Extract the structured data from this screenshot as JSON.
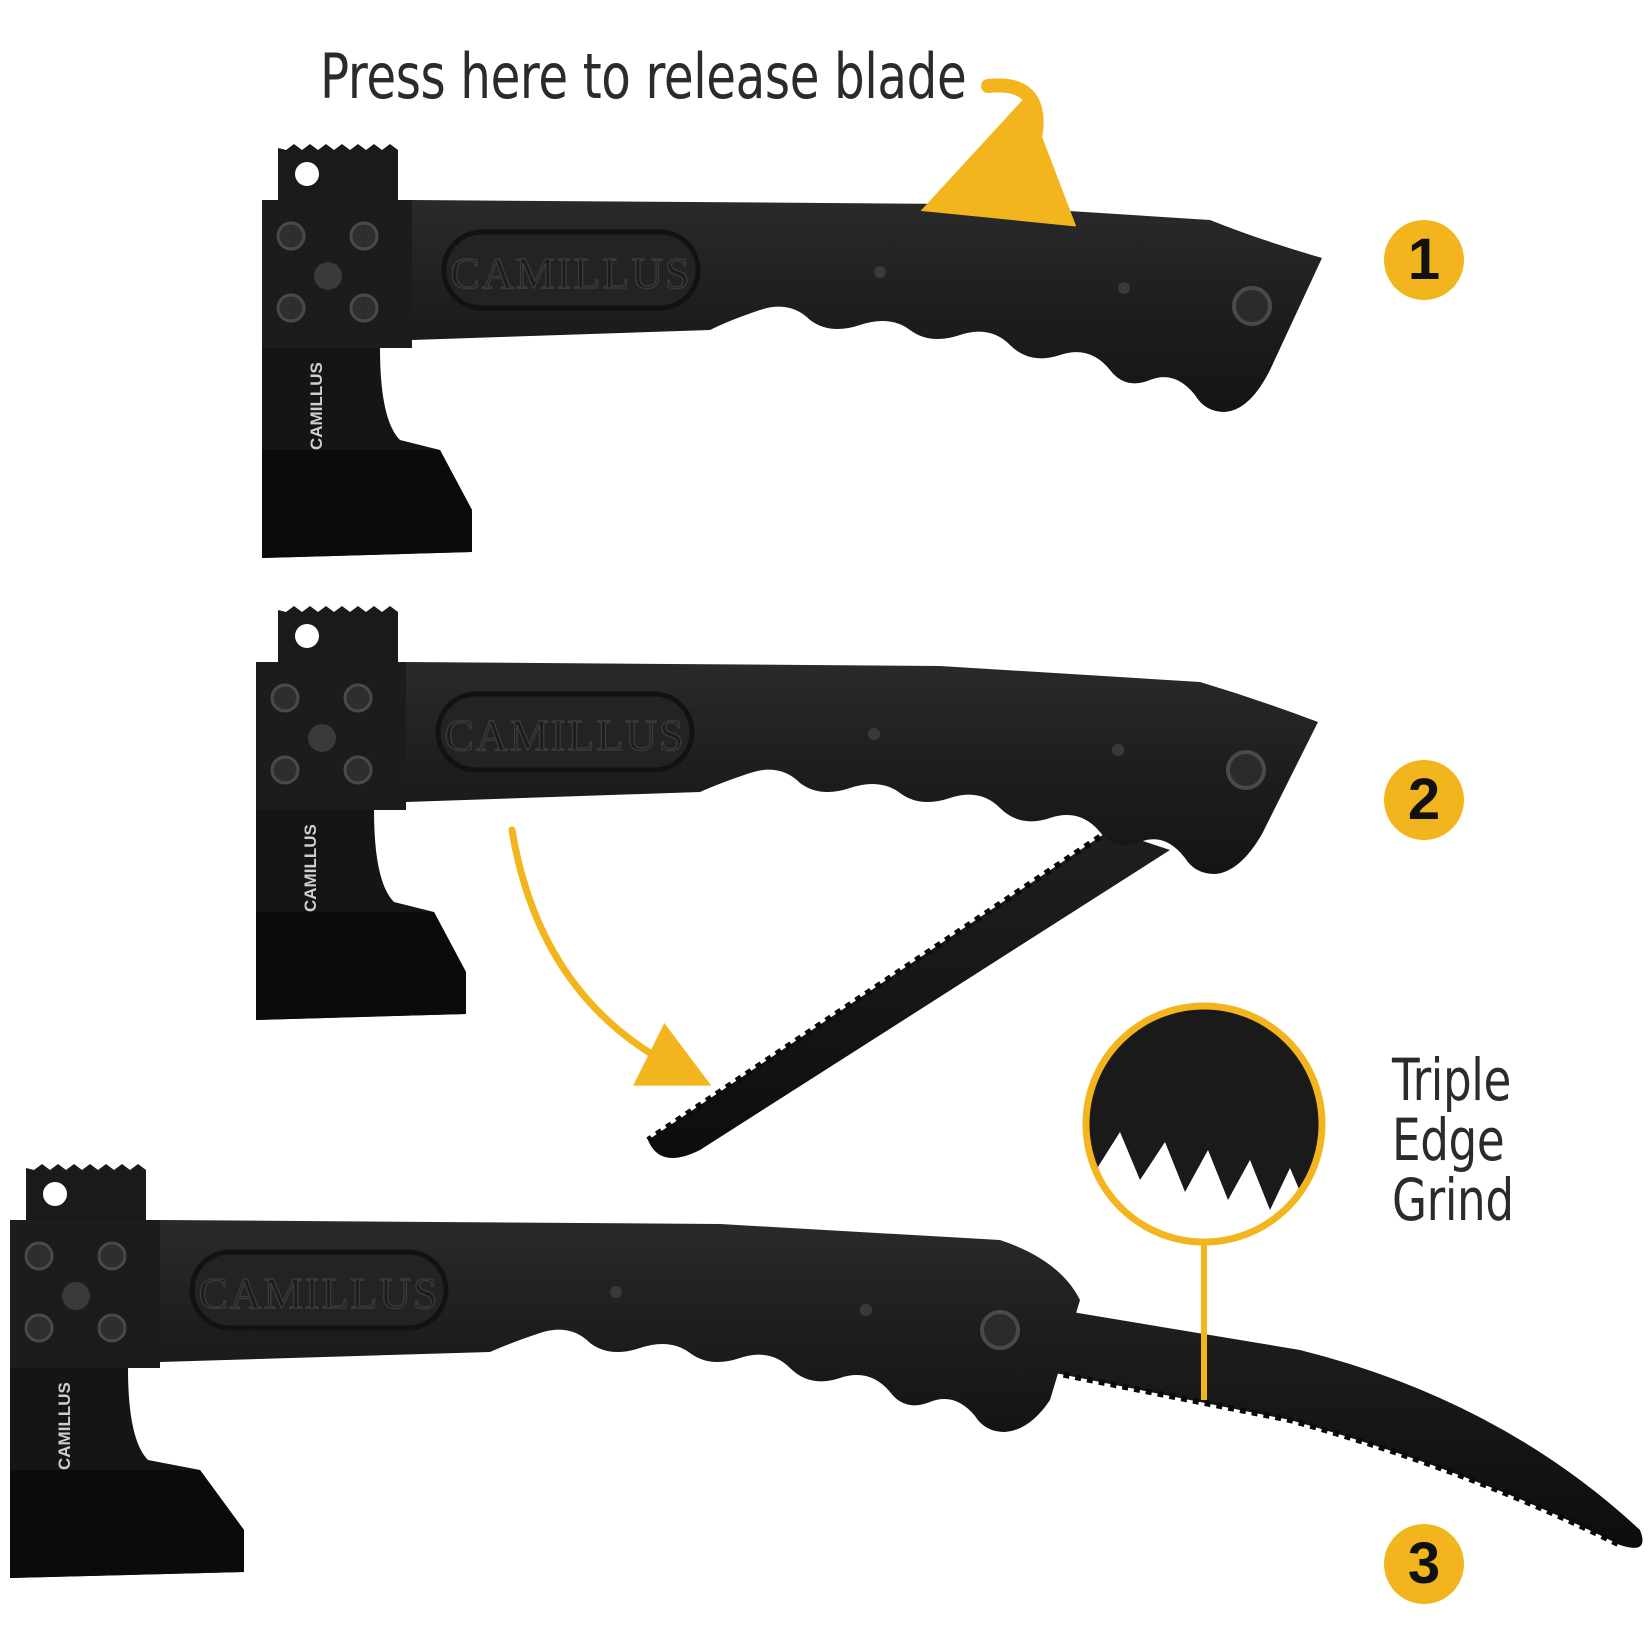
{
  "instructions": {
    "release_label": "Press here to release blade"
  },
  "feature": {
    "lines": [
      "Triple",
      "Edge",
      "Grind"
    ]
  },
  "steps": [
    "1",
    "2",
    "3"
  ],
  "brand": {
    "handle_logo": "CAMILLUS",
    "head_logo": "CAMILLUS"
  },
  "colors": {
    "accent": "#f2b51d",
    "tool_body": "#1b1b1b",
    "text": "#2b2b2b",
    "background": "#ffffff"
  }
}
